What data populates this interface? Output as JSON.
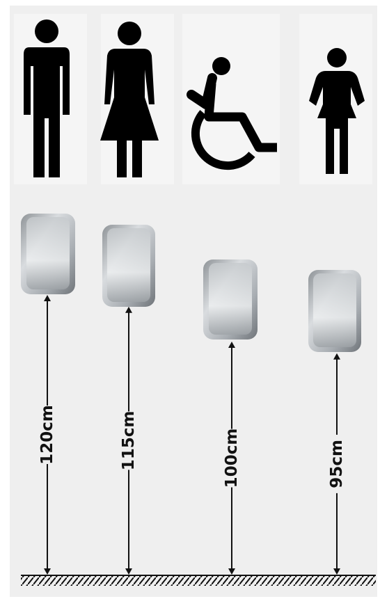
{
  "figures": [
    {
      "icon": "man-icon",
      "height_label": "120cm",
      "height_cm": 120
    },
    {
      "icon": "woman-icon",
      "height_label": "115cm",
      "height_cm": 115
    },
    {
      "icon": "wheelchair-icon",
      "height_label": "100cm",
      "height_cm": 100
    },
    {
      "icon": "child-icon",
      "height_label": "95cm",
      "height_cm": 95
    }
  ],
  "colors": {
    "background": "#efefef",
    "pictogram": "#000000",
    "dryer": "#b9bdc1"
  }
}
